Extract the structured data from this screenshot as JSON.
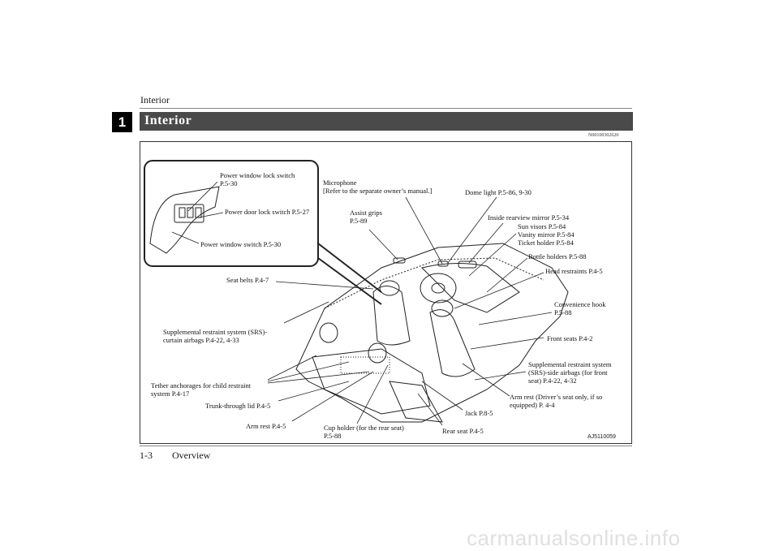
{
  "header": {
    "title": "Interior",
    "chapter_number": "1"
  },
  "section": {
    "title": "Interior",
    "code": "N00100302620"
  },
  "figure": {
    "id": "AJ5110059",
    "labels": {
      "power_window_lock": "Power window lock switch\nP.5-30",
      "power_door_lock": "Power door lock switch P.5-27",
      "power_window_switch": "Power window switch P.5-30",
      "microphone": "Microphone\n[Refer to the separate owner’s manual.]",
      "dome_light": "Dome light P.5-86, 9-30",
      "assist_grips": "Assist grips\nP.5-89",
      "rearview_mirror": "Inside rearview mirror P.5-34",
      "sun_visors": "Sun visors P.5-84\nVanity mirror P.5-84\nTicket holder P.5-84",
      "bottle_holders": "Bottle holders P.5-88",
      "head_restraints": "Head restraints P.4-5",
      "seat_belts": "Seat belts P.4-7",
      "convenience_hook": "Convenience hook\nP.5-88",
      "curtain_airbags": "Supplemental restraint system (SRS)-\ncurtain airbags P.4-22, 4-33",
      "front_seats": "Front seats P.4-2",
      "side_airbags": "Supplemental restraint system\n(SRS)-side airbags (for front\nseat) P.4-22, 4-32",
      "tether": "Tether anchorages for child restraint\nsystem P.4-17",
      "arm_rest_driver": "Arm rest (Driver’s seat only, if so\nequipped) P. 4-4",
      "trunk_lid": "Trunk-through lid P.4-5",
      "jack": "Jack P.8-5",
      "arm_rest": "Arm rest P.4-5",
      "cup_holder": "Cup holder (for the rear seat)\nP.5-88",
      "rear_seat": "Rear seat P.4-5"
    }
  },
  "footer": {
    "page": "1-3",
    "section": "Overview"
  },
  "watermark": "carmanualsonline.info"
}
